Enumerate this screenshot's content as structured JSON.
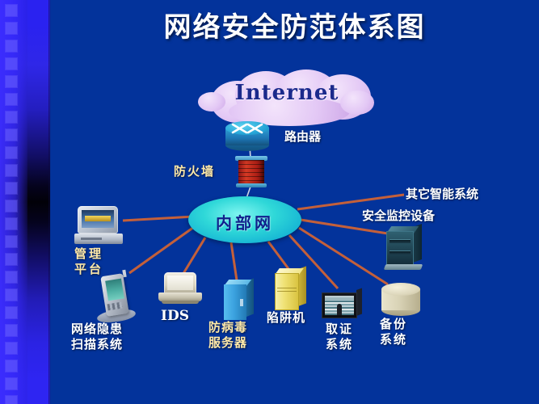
{
  "slide": {
    "title": "网络安全防范体系图",
    "background_color": "#03339b",
    "accent_color": "#c4603a",
    "title_color": "#ffffff"
  },
  "cloud": {
    "label": "Internet",
    "color": "#e3c8f5",
    "text_color": "#1b2a8c"
  },
  "core": {
    "router_label": "路由器",
    "firewall_label": "防火墙",
    "intranet_label": "内部网",
    "intranet_color": "#2fd8d8",
    "firewall_color": "#c32018",
    "router_color": "#27a6d8"
  },
  "nodes": [
    {
      "id": "management-platform",
      "label": "管理\n平台",
      "icon": "desktop-computer-icon",
      "label_color": "#ffe9a8"
    },
    {
      "id": "vulnerability-scanner",
      "label": "网络隐患\n扫描系统",
      "icon": "handheld-pda-icon",
      "label_color": "#ffe9a8"
    },
    {
      "id": "ids",
      "label": "IDS",
      "icon": "laptop-icon",
      "label_color": "#ffffff"
    },
    {
      "id": "antivirus-server",
      "label": "防病毒\n服务器",
      "icon": "server-tower-icon",
      "label_color": "#ffe9a8"
    },
    {
      "id": "honeypot",
      "label": "陷阱机",
      "icon": "yellow-box-icon",
      "label_color": "#ffffff"
    },
    {
      "id": "forensics-system",
      "label": "取证\n系统",
      "icon": "forensics-device-icon",
      "label_color": "#ffffff"
    },
    {
      "id": "backup-system",
      "label": "备份\n系统",
      "icon": "storage-cylinder-icon",
      "label_color": "#ffffff"
    },
    {
      "id": "security-monitoring",
      "label": "安全监控设备",
      "icon": "monitoring-box-icon",
      "label_color": "#ffffff"
    },
    {
      "id": "other-intelligent-systems",
      "label": "其它智能系统",
      "icon": "none",
      "label_color": "#ffffff"
    }
  ]
}
